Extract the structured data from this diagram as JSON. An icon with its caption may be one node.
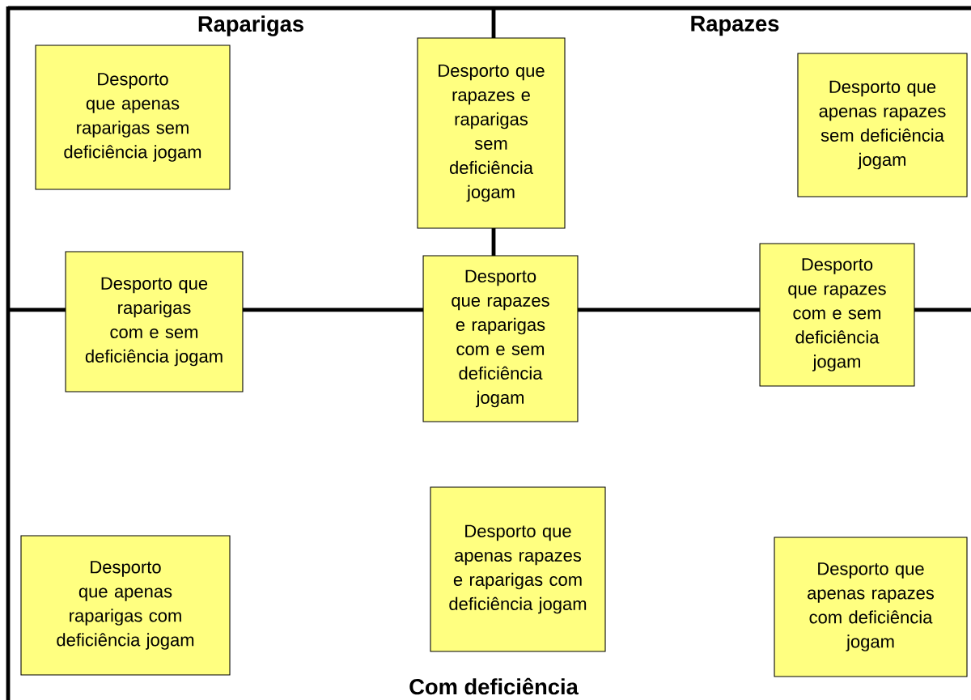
{
  "diagram": {
    "nodes": [
      {
        "text": [
          "Desporto que apenas raparigas sem deficiência jogam"
        ]
      },
      {
        "text": [
          "Desporto que rapazes e raparigas sem deficiência jogam"
        ]
      },
      {
        "text": [
          "Desporto que apenas rapazes sem deficiência jogam"
        ]
      },
      {
        "text": [
          "Desporto que raparigas com e sem deficiência jogam"
        ]
      },
      {
        "text": [
          "Desporto que rapazes e raparigas com e sem deficiência jogam"
        ]
      },
      {
        "text": [
          "Desporto que rapazes com e sem deficiência jogam"
        ]
      },
      {
        "text": [
          "Desporto que apenas raparigas com deficiência jogam"
        ]
      },
      {
        "text": [
          "Desporto que apenas rapazes e raparigas com deficiência jogam"
        ]
      },
      {
        "text": [
          "Desporto que apenas rapazes com deficiência jogam"
        ]
      }
    ],
    "labels": [
      "Raparigas",
      "Rapazes",
      "Com deficiência"
    ]
  }
}
